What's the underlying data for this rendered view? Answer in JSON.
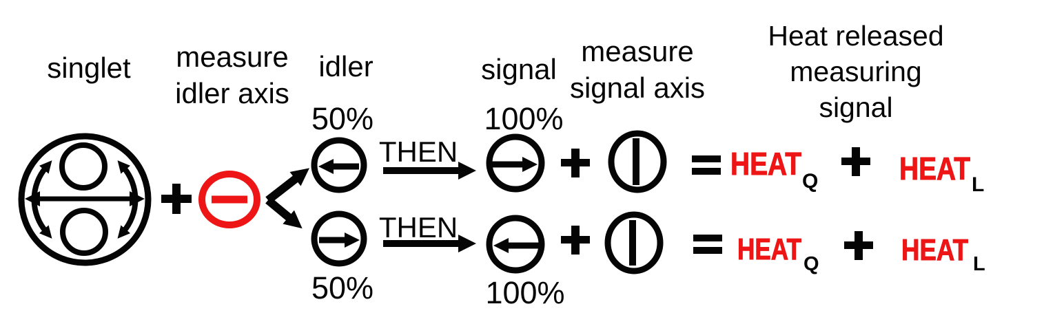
{
  "colors": {
    "red": "#ED1515",
    "black": "#050505",
    "background": "#ffffff"
  },
  "labels": {
    "singlet": "singlet",
    "measure_idler_axis": {
      "line1": "measure",
      "line2": "idler axis"
    },
    "idler": "idler",
    "signal": "signal",
    "measure_signal_axis": {
      "line1": "measure",
      "line2": "signal axis"
    },
    "heat_released": {
      "line1": "Heat released",
      "line2": "measuring",
      "line3": "signal"
    }
  },
  "operators": {
    "plus_after_singlet": "+",
    "plus_row1": "+",
    "plus_row2": "+",
    "minus_in_circle": "−"
  },
  "row1": {
    "idler_probability": "50%",
    "then_label": "THEN",
    "signal_probability": "100%",
    "equation": {
      "equals": "=",
      "heat1": "HEAT",
      "heat1_sub": "Q",
      "plus": "+",
      "heat2": "HEAT",
      "heat2_sub": "L"
    }
  },
  "row2": {
    "idler_probability": "50%",
    "then_label": "THEN",
    "signal_probability": "100%",
    "equation": {
      "equals": "=",
      "heat1": "HEAT",
      "heat1_sub": "Q",
      "plus": "+",
      "heat2": "HEAT",
      "heat2_sub": "L"
    }
  },
  "icons": {
    "singlet_state_icon": "circle with two spins and horizontal double arrow",
    "minus_circle_icon": "⊖",
    "branch_arrows_icon": "forked arrows",
    "left_arrow_circle_icon": "← in circle",
    "right_arrow_circle_icon": "→ in circle",
    "vertical_axis_circle_icon": "| in circle",
    "then_arrow_icon": "→"
  }
}
